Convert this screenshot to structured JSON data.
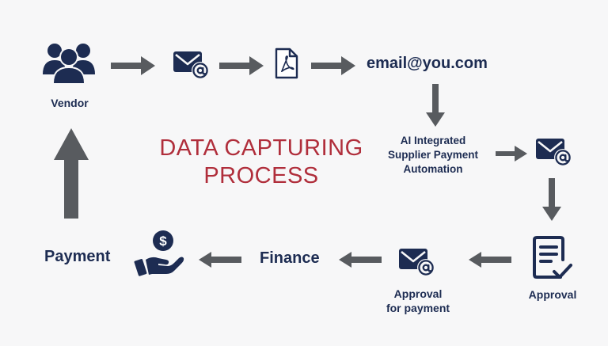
{
  "diagram": {
    "title_line1": "DATA CAPTURING",
    "title_line2": "PROCESS",
    "colors": {
      "navy": "#1d2c52",
      "arrow_gray": "#585b5f",
      "title_red": "#b02e3b",
      "background": "#f7f7f8"
    },
    "nodes": {
      "vendor": {
        "label": "Vendor",
        "icon": "users-group-icon"
      },
      "email_icon_1": {
        "icon": "email-at-icon"
      },
      "pdf": {
        "icon": "pdf-file-icon"
      },
      "email_address": {
        "label": "email@you.com"
      },
      "ai": {
        "line1": "AI Integrated",
        "line2": "Supplier Payment",
        "line3": "Automation"
      },
      "email_icon_2": {
        "icon": "email-at-icon"
      },
      "approval": {
        "label": "Approval",
        "icon": "document-check-icon"
      },
      "approval_payment": {
        "line1": "Approval",
        "line2": "for payment",
        "icon": "email-at-icon"
      },
      "finance": {
        "label": "Finance"
      },
      "payment": {
        "label": "Payment",
        "icon": "hand-dollar-icon"
      }
    }
  }
}
